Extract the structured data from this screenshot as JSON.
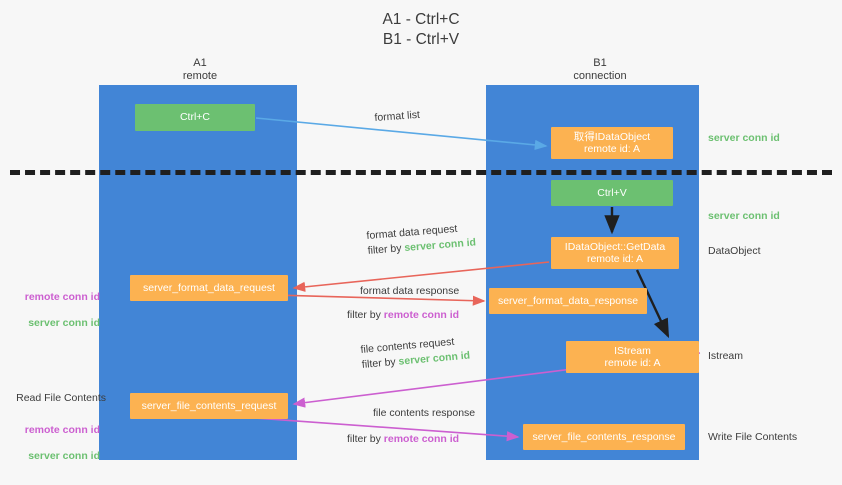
{
  "title": "A1 - Ctrl+C\nB1 - Ctrl+V",
  "columns": {
    "left": {
      "name": "A1",
      "role": "remote",
      "label": "A1\nremote"
    },
    "right": {
      "name": "B1",
      "role": "connection",
      "label": "B1\nconnection"
    }
  },
  "colors": {
    "lane": "#4285d6",
    "green_box": "#6cc071",
    "orange_box": "#fcb251",
    "server_conn_id": "#6cc071",
    "remote_conn_id": "#cc5fd0",
    "arrow_blue": "#5aa9e6",
    "arrow_red": "#e8655a",
    "arrow_magenta": "#cc5fd0",
    "arrow_black": "#1f1f1f",
    "divider": "#1f1f1f",
    "background": "#f7f7f7"
  },
  "boxes": {
    "ctrl_c": "Ctrl+C",
    "idataobject": "取得IDataObject\nremote id: A",
    "ctrl_v": "Ctrl+V",
    "getdata": "IDataObject::GetData\nremote id: A",
    "format_data_request": "server_format_data_request",
    "format_data_response": "server_format_data_response",
    "istream": "IStream\nremote id: A",
    "file_contents_request": "server_file_contents_request",
    "file_contents_response": "server_file_contents_response"
  },
  "flows": {
    "format_list": "format list",
    "format_data_request": "format data request",
    "format_data_request_filter_prefix": "filter by ",
    "format_data_request_filter_key": "server conn id",
    "format_data_response": "format data response",
    "format_data_response_filter_prefix": "filter by ",
    "format_data_response_filter_key": "remote conn id",
    "file_contents_request": "file contents request",
    "file_contents_request_filter_prefix": "filter by ",
    "file_contents_request_filter_key": "server conn id",
    "file_contents_response": "file contents response",
    "file_contents_response_filter_prefix": "filter by ",
    "file_contents_response_filter_key": "remote conn id"
  },
  "right_labels": {
    "server_conn_id_top": "server conn id",
    "server_conn_id_mid": "server conn id",
    "dataobject": "DataObject",
    "istream": "Istream",
    "write_file_contents": "Write File Contents"
  },
  "left_labels": {
    "conn_ids_remote": "remote conn id",
    "conn_ids_server": "server conn id",
    "read_file_contents": "Read File Contents",
    "conn_ids_remote_2": "remote conn id",
    "conn_ids_server_2": "server conn id"
  }
}
